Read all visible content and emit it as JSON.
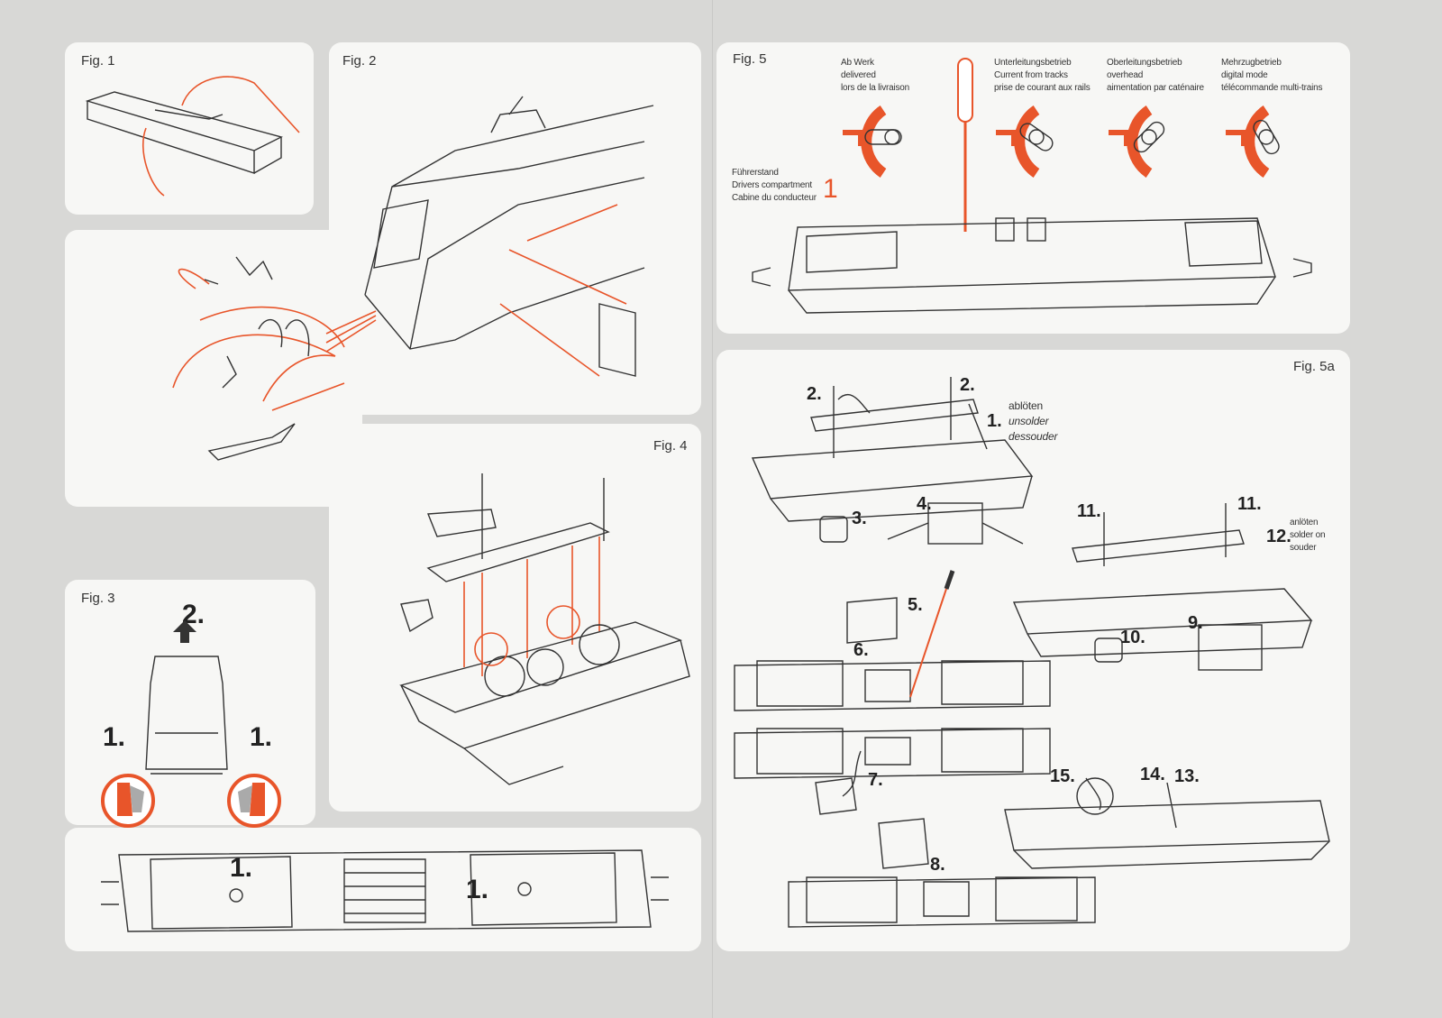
{
  "figures": {
    "fig1": {
      "label": "Fig. 1"
    },
    "fig2": {
      "label": "Fig. 2"
    },
    "fig3": {
      "label": "Fig. 3",
      "steps": [
        "2.",
        "1.",
        "1.",
        "1.",
        "1."
      ]
    },
    "fig4": {
      "label": "Fig. 4"
    },
    "fig5": {
      "label": "Fig. 5",
      "modes": [
        {
          "de": "Ab Werk",
          "en": "delivered",
          "fr": "lors de la livraison"
        },
        {
          "de": "Unterleitungsbetrieb",
          "en": "Current from tracks",
          "fr": "prise de courant aux rails"
        },
        {
          "de": "Oberleitungsbetrieb",
          "en": "overhead",
          "fr": "aimentation par caténaire"
        },
        {
          "de": "Mehrzugbetrieb",
          "en": "digital mode",
          "fr": "télécommande multi-trains"
        }
      ],
      "cab": {
        "de": "Führerstand",
        "en": "Drivers compartment",
        "fr": "Cabine du conducteur",
        "number": "1"
      }
    },
    "fig5a": {
      "label": "Fig. 5a",
      "unsolder": {
        "de": "ablöten",
        "en": "unsolder",
        "fr": "dessouder"
      },
      "solder": {
        "de": "anlöten",
        "en": "solder on",
        "fr": "souder"
      },
      "steps": {
        "s1": "1.",
        "s2a": "2.",
        "s2b": "2.",
        "s3": "3.",
        "s4": "4.",
        "s5": "5.",
        "s6": "6.",
        "s7": "7.",
        "s8": "8.",
        "s9": "9.",
        "s10": "10.",
        "s11a": "11.",
        "s11b": "11.",
        "s12": "12.",
        "s13": "13.",
        "s14": "14.",
        "s15": "15."
      }
    }
  },
  "colors": {
    "accent": "#e8552a",
    "panel": "#f7f7f5",
    "background": "#d8d8d6"
  }
}
